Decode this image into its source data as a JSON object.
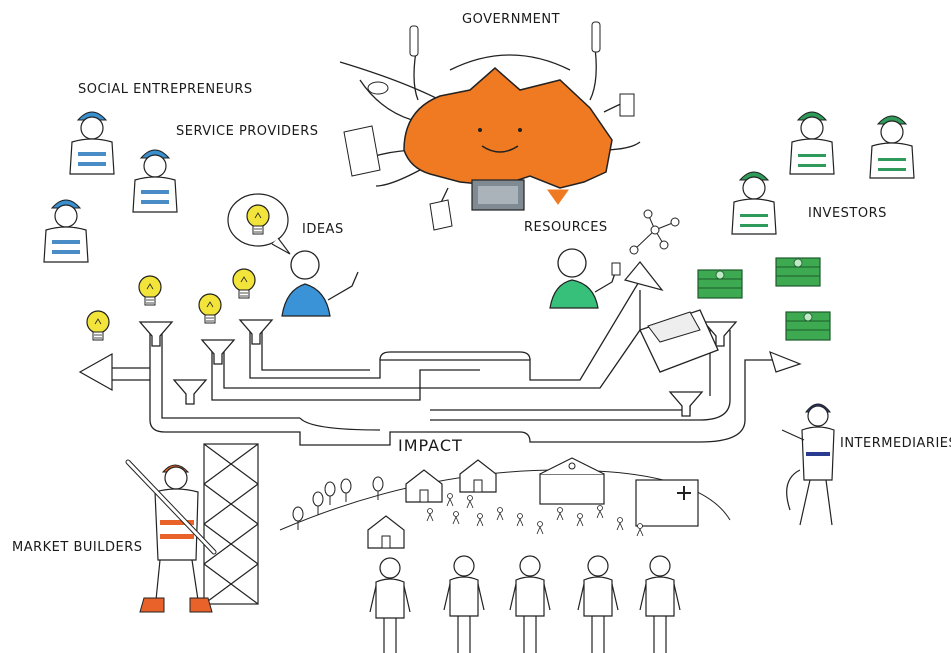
{
  "labels": {
    "government": "GOVERNMENT",
    "social_entrepreneurs": "SOCIAL ENTREPRENEURS",
    "service_providers": "SERVICE PROVIDERS",
    "ideas": "IDEAS",
    "resources": "RESOURCES",
    "investors": "INVESTORS",
    "intermediaries": "INTERMEDIARIES",
    "impact": "IMPACT",
    "market_builders": "MARKET BUILDERS"
  },
  "colors": {
    "ink": "#222222",
    "australia": "#f07a22",
    "hardhat_blue": "#3a90cf",
    "hardhat_green": "#2f9a5a",
    "hardhat_orange": "#e8622a",
    "bulb_yellow": "#f2e43a",
    "money_green": "#3daa52",
    "vest_blue": "#4a8cc6",
    "shirt_blue": "#3a93d6",
    "shirt_green": "#37c07a",
    "navy": "#2b3b8f"
  }
}
